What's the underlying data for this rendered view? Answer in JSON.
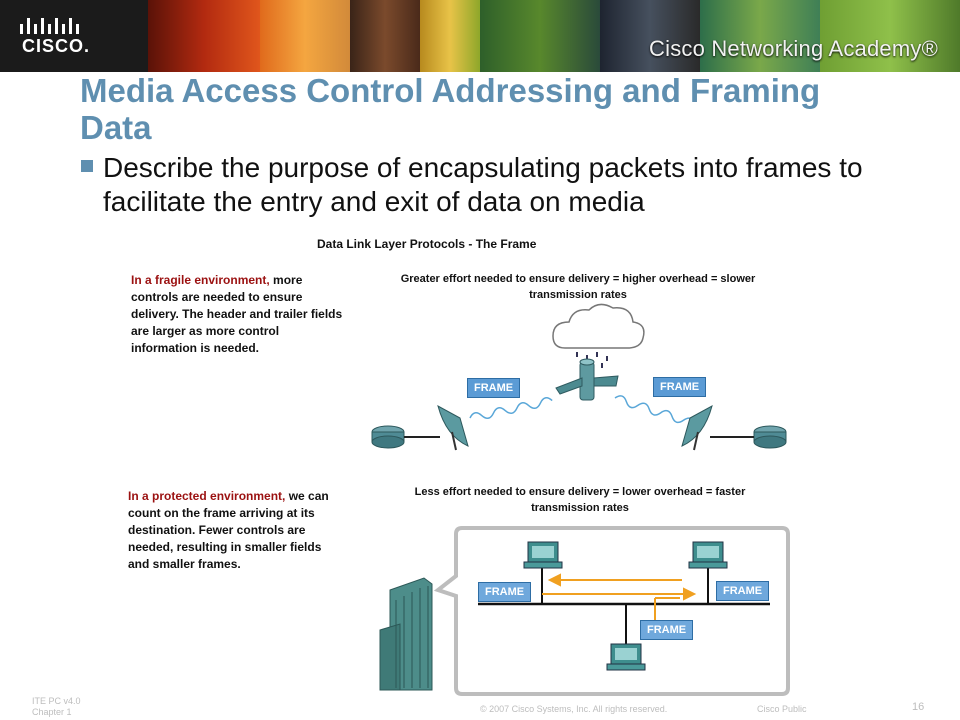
{
  "header": {
    "brand": "CISCO.",
    "academy": "Cisco Networking Academy®"
  },
  "slide": {
    "title": "Media Access Control Addressing and Framing Data",
    "bullet": "Describe the purpose of encapsulating packets into frames to facilitate the entry and exit of data on media"
  },
  "diagram": {
    "title": "Data Link Layer Protocols - The Frame",
    "fragile": {
      "lead": "In a fragile environment,",
      "body": "more controls are needed to ensure delivery. The header and trailer fields are larger as more control information is needed.",
      "note": "Greater effort needed to ensure delivery = higher overhead = slower transmission rates",
      "frame_left": "FRAME",
      "frame_right": "FRAME"
    },
    "protected": {
      "lead": "In a protected environment,",
      "body": "we can count on the frame arriving at its destination. Fewer controls are needed, resulting in smaller fields and smaller frames.",
      "note": "Less effort needed to ensure delivery = lower overhead = faster transmission rates",
      "frame_left": "FRAME",
      "frame_right": "FRAME",
      "frame_bottom": "FRAME"
    },
    "colors": {
      "frame_blue": "#5b9bd5",
      "lead_red": "#9b1111",
      "title_blue": "#5f8fb0",
      "arrow_orange": "#f0a020"
    }
  },
  "footer": {
    "course": "ITE PC v4.0",
    "chapter": "Chapter 1",
    "copyright": "© 2007 Cisco Systems, Inc. All rights reserved.",
    "classification": "Cisco Public",
    "page": "16"
  }
}
